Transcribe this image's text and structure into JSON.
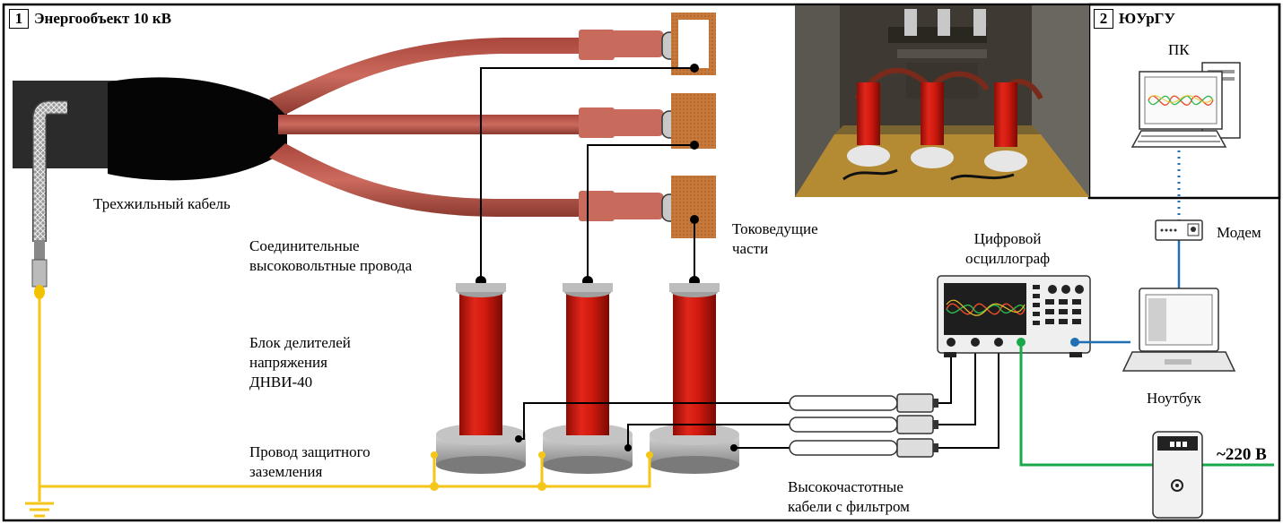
{
  "zone1": {
    "number": "1",
    "title": "Энергообъект 10 кВ"
  },
  "zone2": {
    "number": "2",
    "title": "ЮУрГУ"
  },
  "labels": {
    "cable": "Трехжильный кабель",
    "connecting_wires": "Соединительные\nвысоковольтные провода",
    "current_parts": "Токоведущие\nчасти",
    "divider_block": "Блок делителей\nнапряжения\nДНВИ-40",
    "ground_wire": "Провод защитного\nзаземления",
    "hf_cables": "Высокочастотные\nкабели с фильтром",
    "oscilloscope": "Цифровой\nосциллограф",
    "pc": "ПК",
    "modem": "Модем",
    "laptop": "Ноутбук",
    "voltage": "~220 В"
  },
  "colors": {
    "cable_sheath": "#c05a4e",
    "cable_body": "#0a0a0a",
    "divider_red": "#d11a0e",
    "ground_wire": "#f5c518",
    "green_wire": "#1aa84a",
    "blue_link": "#1f6fb5",
    "copper": "#c6793a"
  }
}
